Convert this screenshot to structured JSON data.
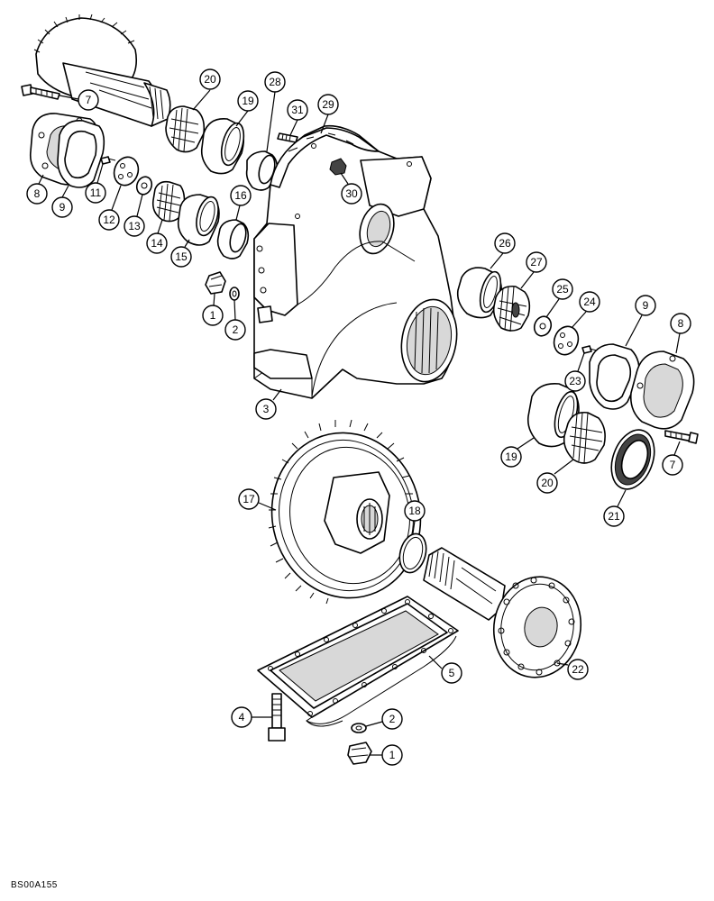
{
  "drawing_code": "BS00A155",
  "callouts": {
    "c1a": "1",
    "c1b": "1",
    "c2a": "2",
    "c2b": "2",
    "c3": "3",
    "c4": "4",
    "c5": "5",
    "c7a": "7",
    "c7b": "7",
    "c8a": "8",
    "c8b": "8",
    "c9a": "9",
    "c9b": "9",
    "c11": "11",
    "c12": "12",
    "c13": "13",
    "c14": "14",
    "c15": "15",
    "c16": "16",
    "c17": "17",
    "c18": "18",
    "c19a": "19",
    "c19b": "19",
    "c20a": "20",
    "c20b": "20",
    "c21": "21",
    "c22": "22",
    "c23": "23",
    "c24": "24",
    "c25": "25",
    "c26": "26",
    "c27": "27",
    "c28": "28",
    "c29": "29",
    "c30": "30",
    "c31": "31"
  }
}
